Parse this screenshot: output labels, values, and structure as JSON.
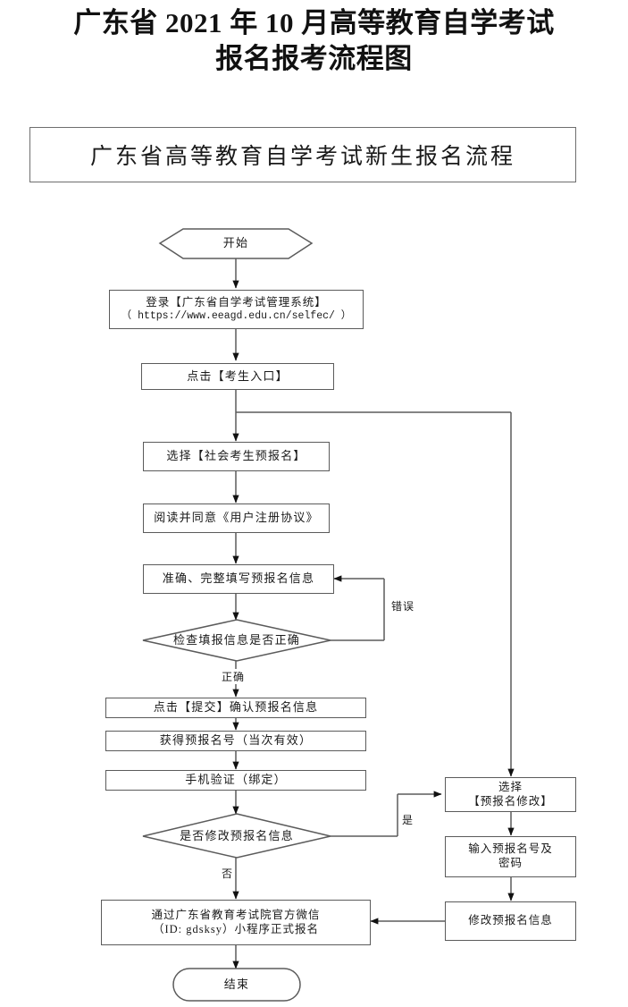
{
  "title": {
    "line1": "广东省 2021 年 10 月高等教育自学考试",
    "line2": "报名报考流程图"
  },
  "subtitle": {
    "text": "广东省高等教育自学考试新生报名流程"
  },
  "chart_data": {
    "type": "diagram",
    "title": "广东省高等教育自学考试新生报名流程",
    "orientation": "top-to-bottom",
    "nodes": [
      {
        "id": "start",
        "shape": "hexagon",
        "text": "开始"
      },
      {
        "id": "login",
        "shape": "rect",
        "text_line1": "登录【广东省自学考试管理系统】",
        "text_line2": "（ https://www.eeagd.edu.cn/selfec/ ）"
      },
      {
        "id": "entry",
        "shape": "rect",
        "text": "点击【考生入口】"
      },
      {
        "id": "prereg",
        "shape": "rect",
        "text": "选择【社会考生预报名】"
      },
      {
        "id": "agreement",
        "shape": "rect",
        "text": "阅读并同意《用户注册协议》"
      },
      {
        "id": "fillinfo",
        "shape": "rect",
        "text": "准确、完整填写预报名信息"
      },
      {
        "id": "checkinfo",
        "shape": "diamond",
        "text": "检查填报信息是否正确"
      },
      {
        "id": "submit",
        "shape": "rect",
        "text": "点击【提交】确认预报名信息"
      },
      {
        "id": "getnumber",
        "shape": "rect",
        "text": "获得预报名号（当次有效）"
      },
      {
        "id": "phoneverify",
        "shape": "rect",
        "text": "手机验证（绑定）"
      },
      {
        "id": "modifyask",
        "shape": "diamond",
        "text": "是否修改预报名信息"
      },
      {
        "id": "selectmodify",
        "shape": "rect",
        "text_line1": "选择",
        "text_line2": "【预报名修改】"
      },
      {
        "id": "inputnumber",
        "shape": "rect",
        "text_line1": "输入预报名号及",
        "text_line2": "密码"
      },
      {
        "id": "modifyinfo",
        "shape": "rect",
        "text": "修改预报名信息"
      },
      {
        "id": "wechat",
        "shape": "rect",
        "text_line1": "通过广东省教育考试院官方微信",
        "text_line2": "（ID: gdsksy）小程序正式报名"
      },
      {
        "id": "end",
        "shape": "stadium",
        "text": "结束"
      }
    ],
    "edges": [
      {
        "from": "start",
        "to": "login",
        "label": ""
      },
      {
        "from": "login",
        "to": "entry",
        "label": ""
      },
      {
        "from": "entry",
        "to": "prereg",
        "label": ""
      },
      {
        "from": "entry",
        "to": "selectmodify",
        "label": ""
      },
      {
        "from": "prereg",
        "to": "agreement",
        "label": ""
      },
      {
        "from": "agreement",
        "to": "fillinfo",
        "label": ""
      },
      {
        "from": "fillinfo",
        "to": "checkinfo",
        "label": ""
      },
      {
        "from": "checkinfo",
        "to": "fillinfo",
        "label": "错误"
      },
      {
        "from": "checkinfo",
        "to": "submit",
        "label": "正确"
      },
      {
        "from": "submit",
        "to": "getnumber",
        "label": ""
      },
      {
        "from": "getnumber",
        "to": "phoneverify",
        "label": ""
      },
      {
        "from": "phoneverify",
        "to": "modifyask",
        "label": ""
      },
      {
        "from": "modifyask",
        "to": "selectmodify",
        "label": "是"
      },
      {
        "from": "modifyask",
        "to": "wechat",
        "label": "否"
      },
      {
        "from": "selectmodify",
        "to": "inputnumber",
        "label": ""
      },
      {
        "from": "inputnumber",
        "to": "modifyinfo",
        "label": ""
      },
      {
        "from": "modifyinfo",
        "to": "wechat",
        "label": ""
      },
      {
        "from": "wechat",
        "to": "end",
        "label": ""
      }
    ],
    "edge_labels": {
      "error": "错误",
      "correct": "正确",
      "yes": "是",
      "no": "否"
    },
    "colors": {
      "stroke": "#5b5b5b",
      "text": "#1a1a1a",
      "background": "#ffffff"
    }
  }
}
